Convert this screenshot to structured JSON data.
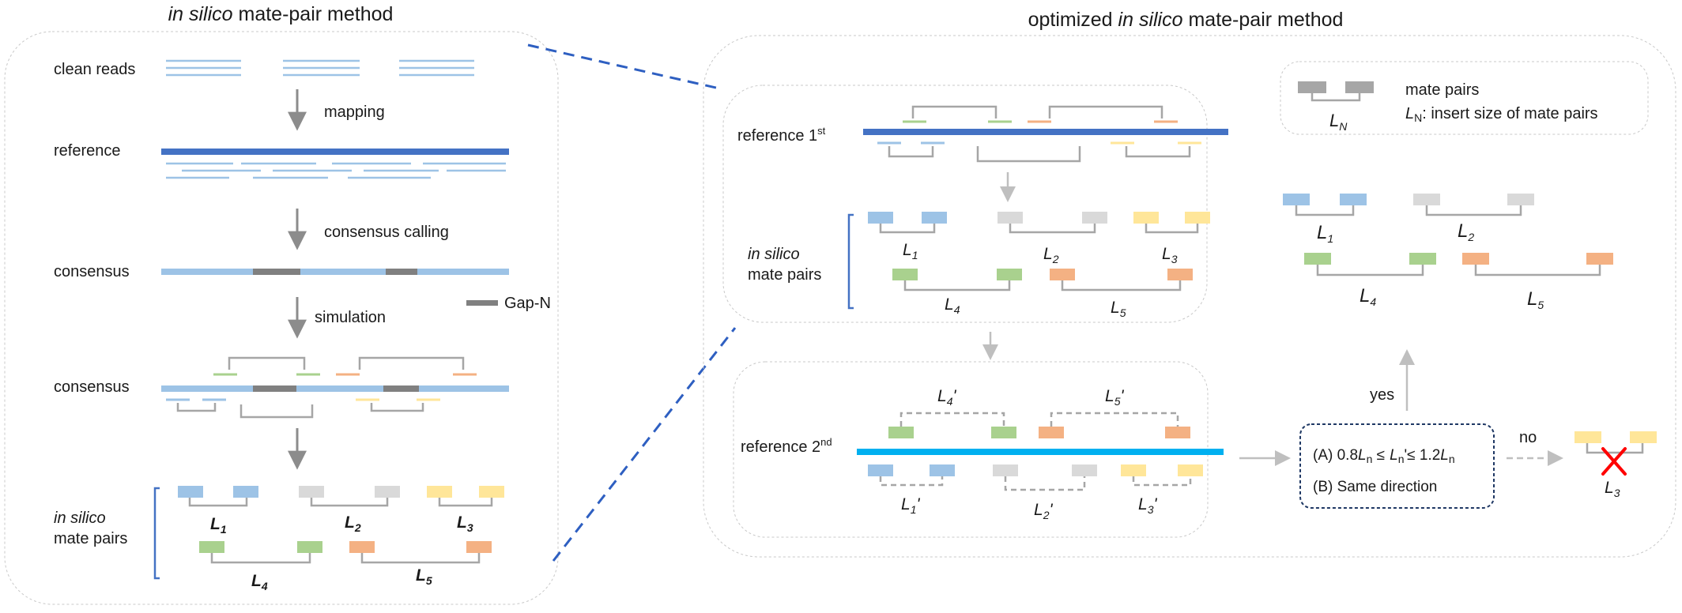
{
  "left_panel": {
    "title_italic": "in silico",
    "title_rest": " mate-pair method",
    "row_clean_reads": "clean reads",
    "step_mapping": "mapping",
    "row_reference": "reference",
    "step_consensus_calling": "consensus calling",
    "row_consensus_1": "consensus",
    "legend_gap": "Gap-N",
    "step_simulation": "simulation",
    "row_consensus_2": "consensus",
    "mate_pairs_italic": "in silico",
    "mate_pairs_label": "mate pairs",
    "pair_labels": [
      {
        "L": "L",
        "n": "1"
      },
      {
        "L": "L",
        "n": "2"
      },
      {
        "L": "L",
        "n": "3"
      },
      {
        "L": "L",
        "n": "4"
      },
      {
        "L": "L",
        "n": "5"
      }
    ]
  },
  "right_panel": {
    "title_pre": "optimized ",
    "title_italic": "in silico",
    "title_rest": " mate-pair method",
    "ref1_label": "reference 1",
    "ref1_sup": "st",
    "mate_pairs_italic": "in silico",
    "mate_pairs_label": "mate pairs",
    "pair_labels": [
      {
        "L": "L",
        "n": "1"
      },
      {
        "L": "L",
        "n": "2"
      },
      {
        "L": "L",
        "n": "3"
      },
      {
        "L": "L",
        "n": "4"
      },
      {
        "L": "L",
        "n": "5"
      }
    ],
    "ref2_label": "reference 2",
    "ref2_sup": "nd",
    "ref2_pair_labels": [
      {
        "L": "L",
        "n": "4",
        "p": "'"
      },
      {
        "L": "L",
        "n": "5",
        "p": "'"
      },
      {
        "L": "L",
        "n": "1",
        "p": "'"
      },
      {
        "L": "L",
        "n": "2",
        "p": "'"
      },
      {
        "L": "L",
        "n": "3",
        "p": "'"
      }
    ],
    "legend": {
      "mate_pairs": "mate pairs",
      "ln_L": "L",
      "ln_sub": "N",
      "ln_desc": ": insert size of mate pairs"
    },
    "criteria": {
      "a_prefix": "(A) 0.8",
      "a_mid": " ≤",
      "a_mid2": "≤ 1.2",
      "L": "L",
      "n": "n",
      "b": "(B) Same direction"
    },
    "yes": "yes",
    "no": "no",
    "result_pair_labels": [
      {
        "L": "L",
        "n": "1"
      },
      {
        "L": "L",
        "n": "2"
      },
      {
        "L": "L",
        "n": "4"
      },
      {
        "L": "L",
        "n": "5"
      }
    ],
    "rejected_label": {
      "L": "L",
      "n": "3"
    }
  },
  "colors": {
    "reference": "#4472c4",
    "consensus": "#9dc3e6",
    "reads": "#9dc3e6",
    "gap": "#808080",
    "ref2": "#00b0f0",
    "blue_read": "#9dc3e6",
    "grey_read": "#d9d9d9",
    "yellow_read": "#ffe699",
    "green_read": "#a9d18e",
    "orange_read": "#f4b183",
    "connector": "#a6a6a6",
    "dashed_link": "#2e5fc1",
    "reject": "#ff0000"
  }
}
